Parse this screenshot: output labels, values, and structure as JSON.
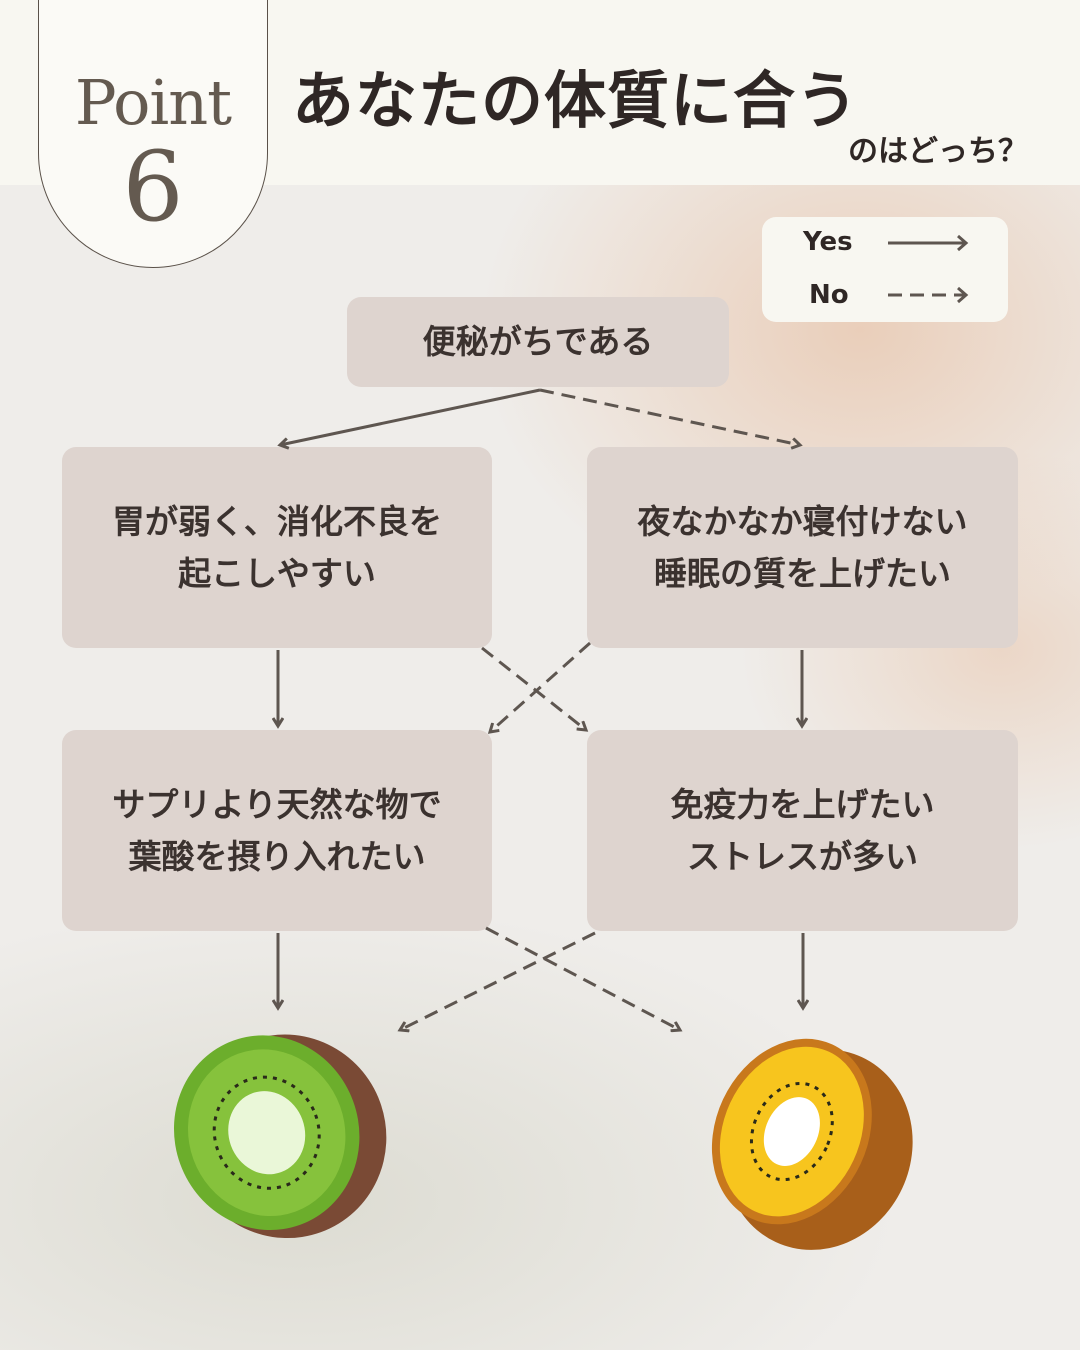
{
  "badge": {
    "label": "Point",
    "number": "6"
  },
  "title": "あなたの体質に合う",
  "subtitle": "のはどっち？",
  "legend": {
    "yes": "Yes",
    "no": "No"
  },
  "flow": {
    "start": "便秘がちである",
    "q1_left": [
      "胃が弱く、消化不良を",
      "起こしやすい"
    ],
    "q1_right": [
      "夜なかなか寝付けない",
      "睡眠の質を上げたい"
    ],
    "q2_left": [
      "サプリより天然な物で",
      "葉酸を摂り入れたい"
    ],
    "q2_right": [
      "免疫力を上げたい",
      "ストレスが多い"
    ]
  },
  "colors": {
    "box": "#ded4cf",
    "arrow": "#5e5650",
    "text": "#2f2725"
  }
}
